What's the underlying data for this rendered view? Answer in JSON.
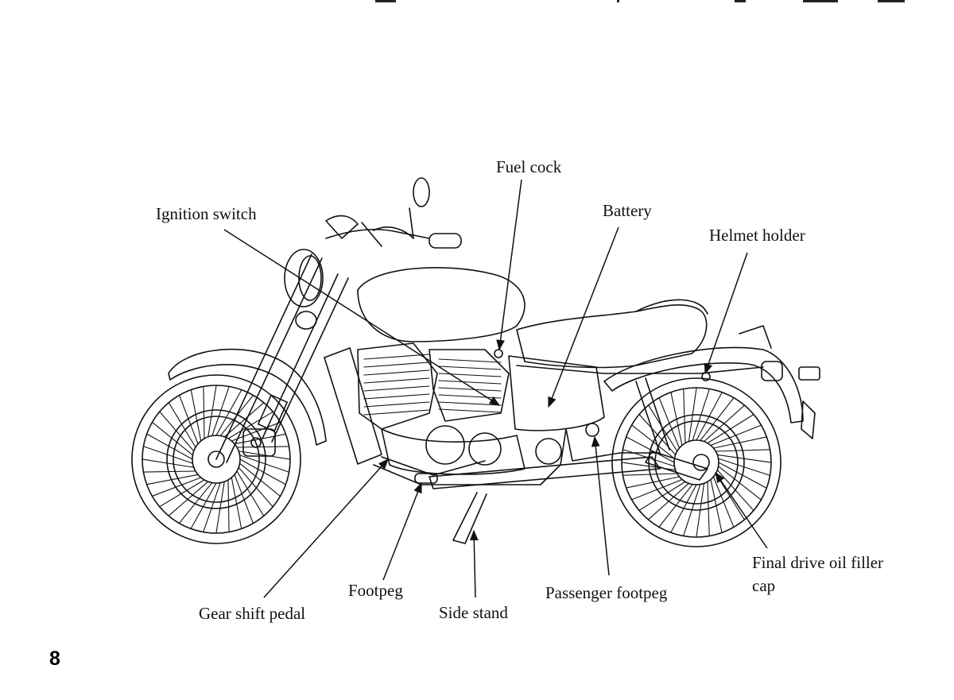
{
  "page": {
    "number": "8"
  },
  "diagram": {
    "subject": "motorcycle-left-side-view",
    "callouts": [
      {
        "id": "fuel-cock",
        "text": "Fuel cock"
      },
      {
        "id": "ignition-switch",
        "text": "Ignition switch"
      },
      {
        "id": "battery",
        "text": "Battery"
      },
      {
        "id": "helmet-holder",
        "text": "Helmet holder"
      },
      {
        "id": "final-drive-oil-filler-cap",
        "text": "Final drive oil filler cap"
      },
      {
        "id": "passenger-footpeg",
        "text": "Passenger footpeg"
      },
      {
        "id": "side-stand",
        "text": "Side stand"
      },
      {
        "id": "footpeg",
        "text": "Footpeg"
      },
      {
        "id": "gear-shift-pedal",
        "text": "Gear shift pedal"
      }
    ]
  }
}
